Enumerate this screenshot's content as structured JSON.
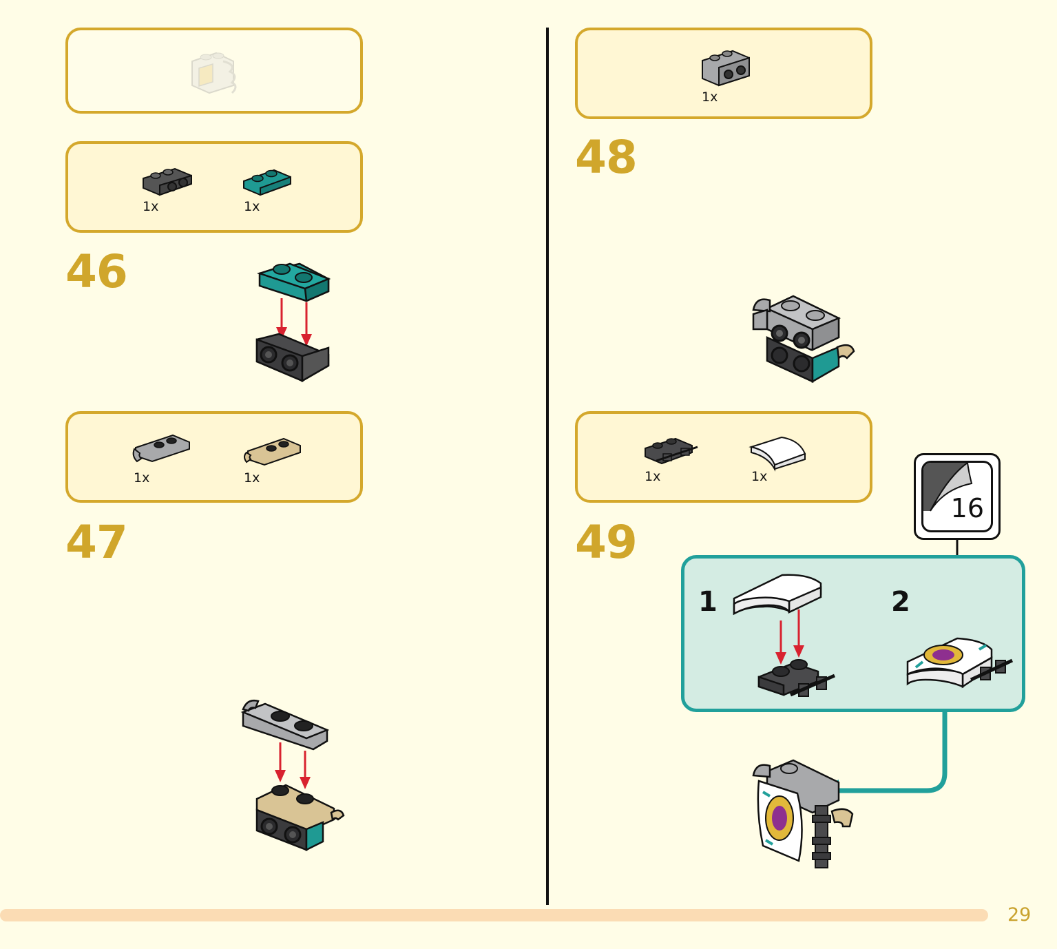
{
  "page": {
    "number": "29"
  },
  "steps": [
    {
      "number": "46",
      "parts": [
        {
          "qty": "1x",
          "part": "dark-grey-bracket-1x2"
        },
        {
          "qty": "1x",
          "part": "teal-plate-1x2"
        }
      ]
    },
    {
      "number": "47",
      "parts": [
        {
          "qty": "1x",
          "part": "grey-plate-clip"
        },
        {
          "qty": "1x",
          "part": "tan-plate-clip"
        }
      ]
    },
    {
      "number": "48",
      "parts": [
        {
          "qty": "1x",
          "part": "grey-bracket-1x2"
        }
      ]
    },
    {
      "number": "49",
      "parts": [
        {
          "qty": "1x",
          "part": "dark-grey-plate-bars"
        },
        {
          "qty": "1x",
          "part": "white-curved-slope"
        }
      ]
    }
  ],
  "substeps": [
    {
      "label": "1"
    },
    {
      "label": "2"
    }
  ],
  "sticker": {
    "number": "16"
  },
  "colors": {
    "background": "#fffde7",
    "accent": "#d0a62b",
    "substep_border": "#21a09b",
    "arrow_red": "#d8222f",
    "teal_brick": "#1f9a93",
    "dark_grey_brick": "#4a4a4c",
    "light_grey_brick": "#a8a9ab",
    "tan_brick": "#d9c495"
  }
}
